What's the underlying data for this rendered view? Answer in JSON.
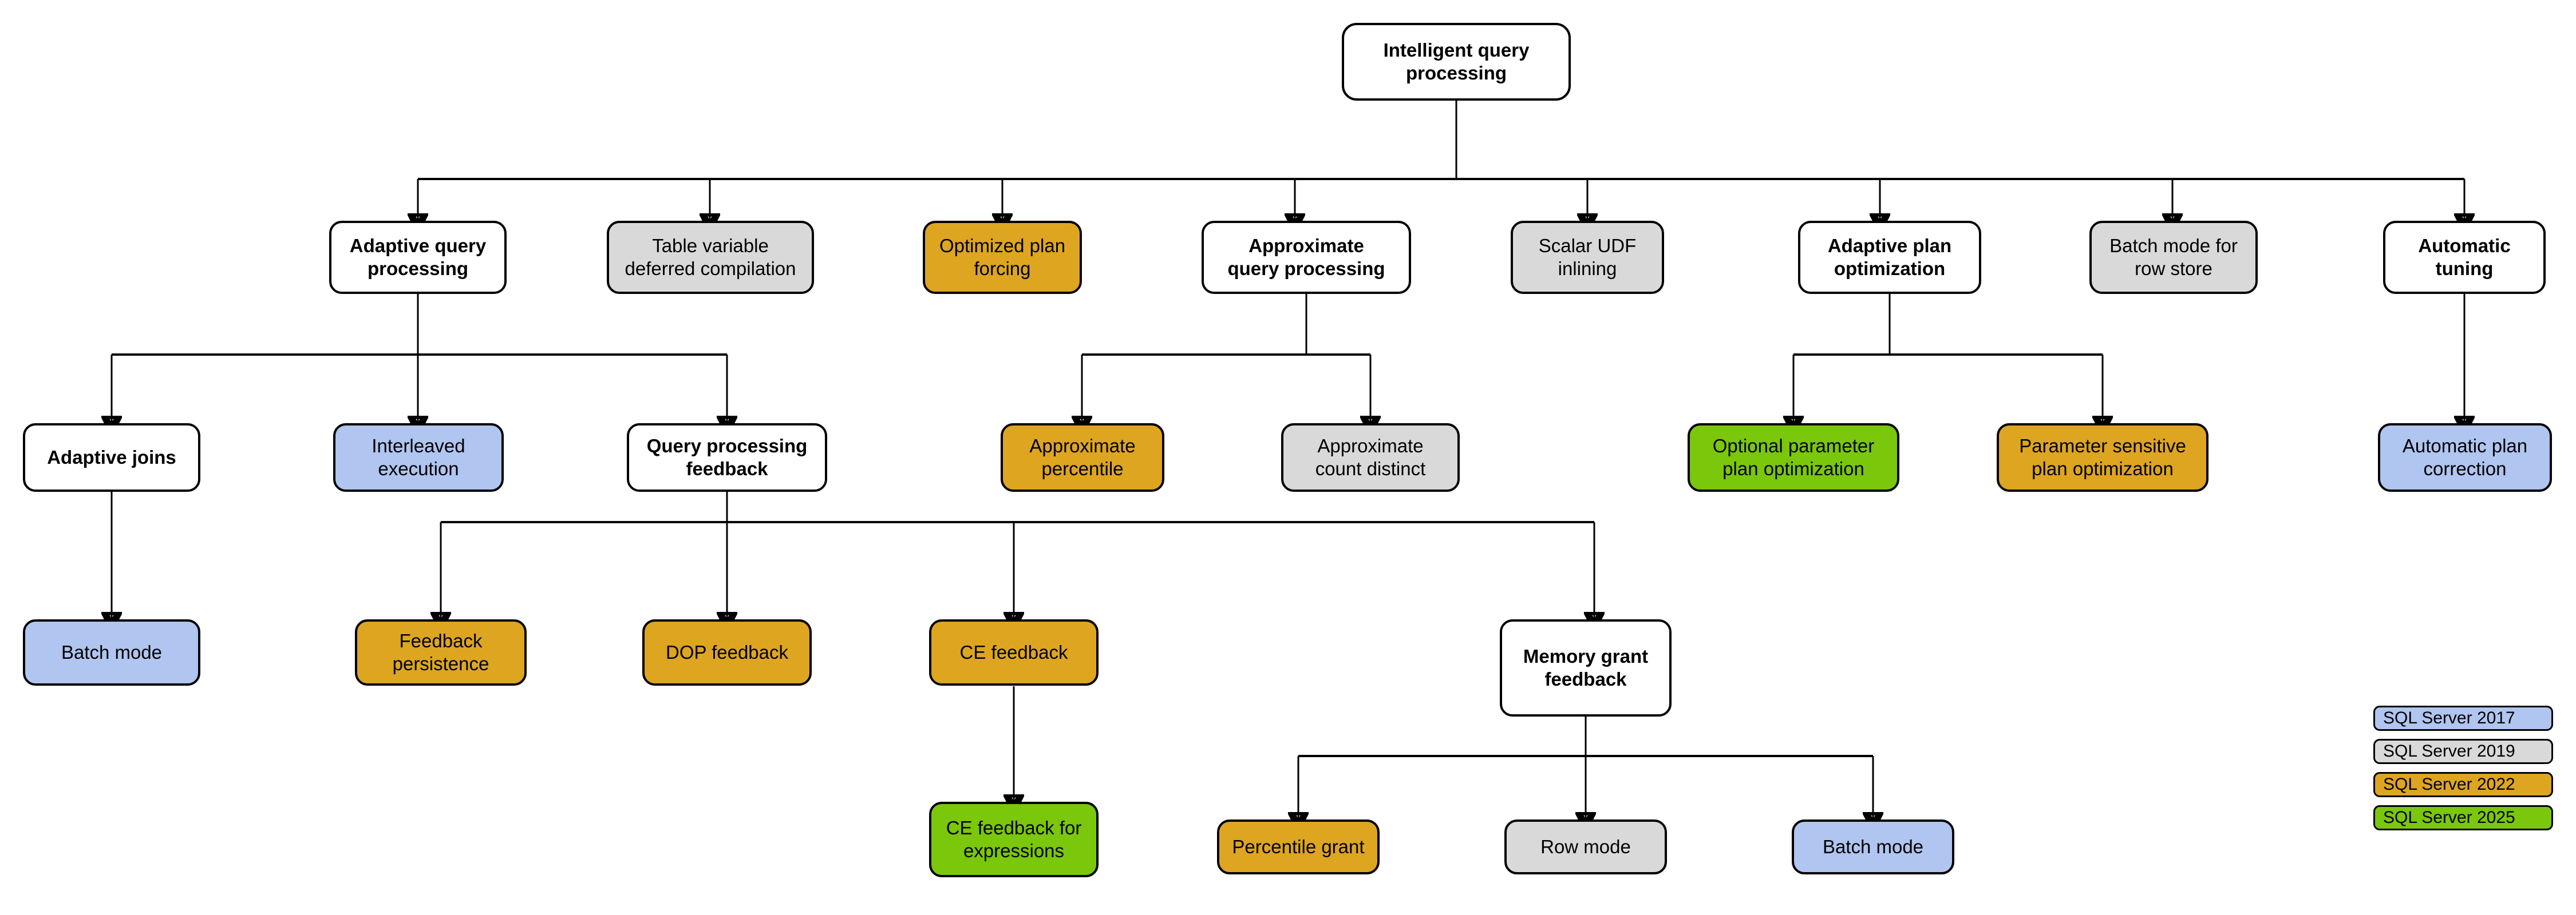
{
  "diagram": {
    "title": "Intelligent query processing",
    "nodes": {
      "root": {
        "label": "Intelligent query\nprocessing",
        "color": "white"
      },
      "adaptive_qp": {
        "label": "Adaptive query\nprocessing",
        "color": "white"
      },
      "table_var": {
        "label": "Table variable\ndeferred compilation",
        "color": "grey"
      },
      "optimized_plan": {
        "label": "Optimized plan\nforcing",
        "color": "orange"
      },
      "approx_qp": {
        "label": "Approximate\nquery processing",
        "color": "white"
      },
      "scalar_udf": {
        "label": "Scalar UDF\ninlining",
        "color": "grey"
      },
      "adaptive_plan_opt": {
        "label": "Adaptive plan\noptimization",
        "color": "white"
      },
      "batch_row_store": {
        "label": "Batch mode for\nrow store",
        "color": "grey"
      },
      "auto_tuning": {
        "label": "Automatic\ntuning",
        "color": "white"
      },
      "adaptive_joins": {
        "label": "Adaptive joins",
        "color": "white"
      },
      "interleaved": {
        "label": "Interleaved\nexecution",
        "color": "blue"
      },
      "qp_feedback": {
        "label": "Query processing\nfeedback",
        "color": "white"
      },
      "approx_percentile": {
        "label": "Approximate\npercentile",
        "color": "orange"
      },
      "approx_count": {
        "label": "Approximate\ncount distinct",
        "color": "grey"
      },
      "optional_param": {
        "label": "Optional parameter\nplan optimization",
        "color": "green"
      },
      "param_sensitive": {
        "label": "Parameter sensitive\nplan optimization",
        "color": "orange"
      },
      "auto_plan_corr": {
        "label": "Automatic plan\ncorrection",
        "color": "blue"
      },
      "batch_mode_aj": {
        "label": "Batch mode",
        "color": "blue"
      },
      "feedback_persist": {
        "label": "Feedback\npersistence",
        "color": "orange"
      },
      "dop_feedback": {
        "label": "DOP feedback",
        "color": "orange"
      },
      "ce_feedback": {
        "label": "CE feedback",
        "color": "orange"
      },
      "memory_grant": {
        "label": "Memory grant\nfeedback",
        "color": "white"
      },
      "ce_feedback_expr": {
        "label": "CE feedback for\nexpressions",
        "color": "green"
      },
      "percentile_grant": {
        "label": "Percentile grant",
        "color": "orange"
      },
      "row_mode": {
        "label": "Row mode",
        "color": "grey"
      },
      "batch_mode_mg": {
        "label": "Batch mode",
        "color": "blue"
      }
    },
    "legend": {
      "items": [
        {
          "label": "SQL Server 2017",
          "color": "blue"
        },
        {
          "label": "SQL Server 2019",
          "color": "grey"
        },
        {
          "label": "SQL Server 2022",
          "color": "orange"
        },
        {
          "label": "SQL Server 2025",
          "color": "green"
        }
      ]
    },
    "colors": {
      "white": "#ffffff",
      "grey": "#d9d9d9",
      "orange": "#dda520",
      "blue": "#b0c5ef",
      "green": "#7ac70c",
      "stroke": "#000000"
    }
  }
}
